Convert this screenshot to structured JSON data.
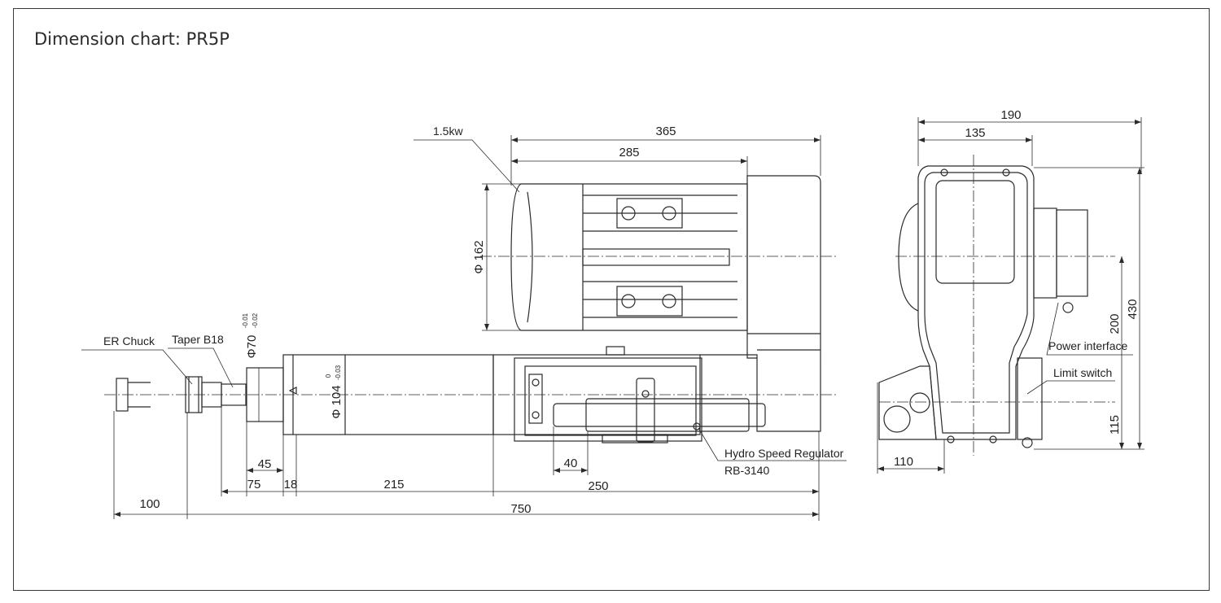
{
  "title": "Dimension chart: PR5P",
  "labels": {
    "power": "1.5kw",
    "er_chuck": "ER Chuck",
    "taper": "Taper B18",
    "hydro_line1": "Hydro Speed Regulator",
    "hydro_line2": "RB-3140",
    "power_interface": "Power interface",
    "limit_switch": "Limit switch"
  },
  "dimensions": {
    "d365": "365",
    "d285": "285",
    "d162": "Φ 162",
    "d70": "Φ70",
    "d70_tol_upper": "-0.01",
    "d70_tol_lower": "-0.02",
    "d104": "Φ 104",
    "d104_tol_upper": "0",
    "d104_tol_lower": "-0.03",
    "d45": "45",
    "d75": "75",
    "d18": "18",
    "d215": "215",
    "d250": "250",
    "d40": "40",
    "d100": "100",
    "d750": "750",
    "d190": "190",
    "d135": "135",
    "d430": "430",
    "d200": "200",
    "d115": "115",
    "d110": "110"
  }
}
